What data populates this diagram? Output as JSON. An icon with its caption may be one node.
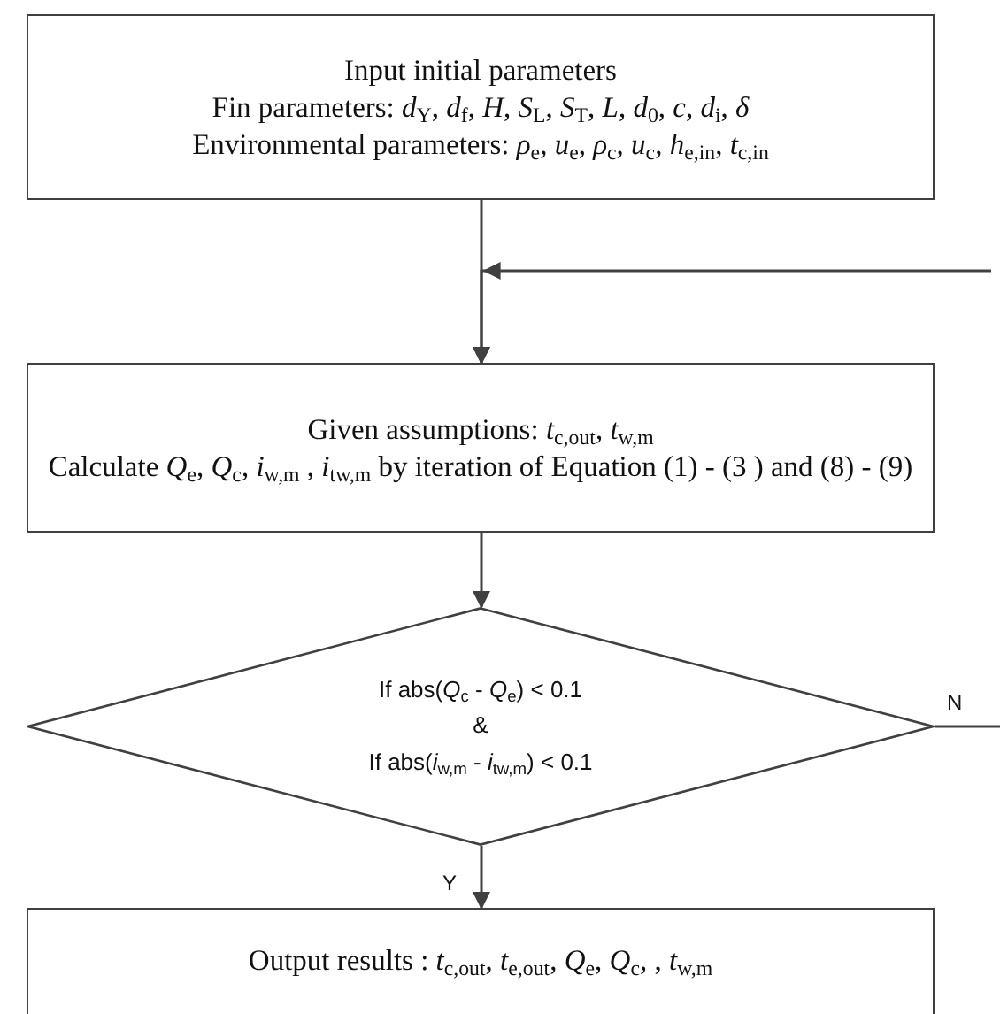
{
  "diagram": {
    "nodes": [
      {
        "text": [
          "Input initial parameters",
          "Fin parameters: *d*$_{Y}$, *d*$_{f}$, *H*, *S*$_{L}$, *S*$_{T}$, *L*, *d*$_{0}$, *c*, *d*$_{i}$,  *δ*",
          "Environmental parameters: *ρ*$_{e}$, *u*$_{e}$, *ρ*$_{c}$, *u*$_{c}$, *h*$_{e,in}$, *t*$_{c,in}$"
        ]
      },
      {
        "text": [
          "Given assumptions: *t*$_{c,out}$, *t*$_{w,m}$",
          "Calculate *Q*$_{e}$, *Q*$_{c}$, *i*$_{w,m}$ , *i*$_{tw,m}$ by iteration of Equation (1) - (3 ) and (8) - (9)"
        ]
      },
      {
        "text": [
          "If abs(*Q*$_{c}$ - *Q*$_{e}$) < 0.1",
          "&",
          "If abs(*i*$_{w,m}$ - *i*$_{tw,m}$) < 0.1"
        ]
      },
      {
        "text": [
          "Output results : *t*$_{c,out}$, *t*$_{e,out}$, *Q*$_{e}$, *Q*$_{c}$, , *t*$_{w,m}$"
        ]
      }
    ],
    "edges": [
      {
        "from": 0,
        "to": 1,
        "arrow": "to"
      },
      {
        "from": null,
        "to": 1,
        "arrow": "to"
      },
      {
        "from": 1,
        "to": 2,
        "arrow": "to"
      },
      {
        "from": 2,
        "to": null,
        "arrow": "none",
        "label": "N"
      },
      {
        "from": 2,
        "to": 3,
        "arrow": "to",
        "label": "Y"
      }
    ]
  }
}
